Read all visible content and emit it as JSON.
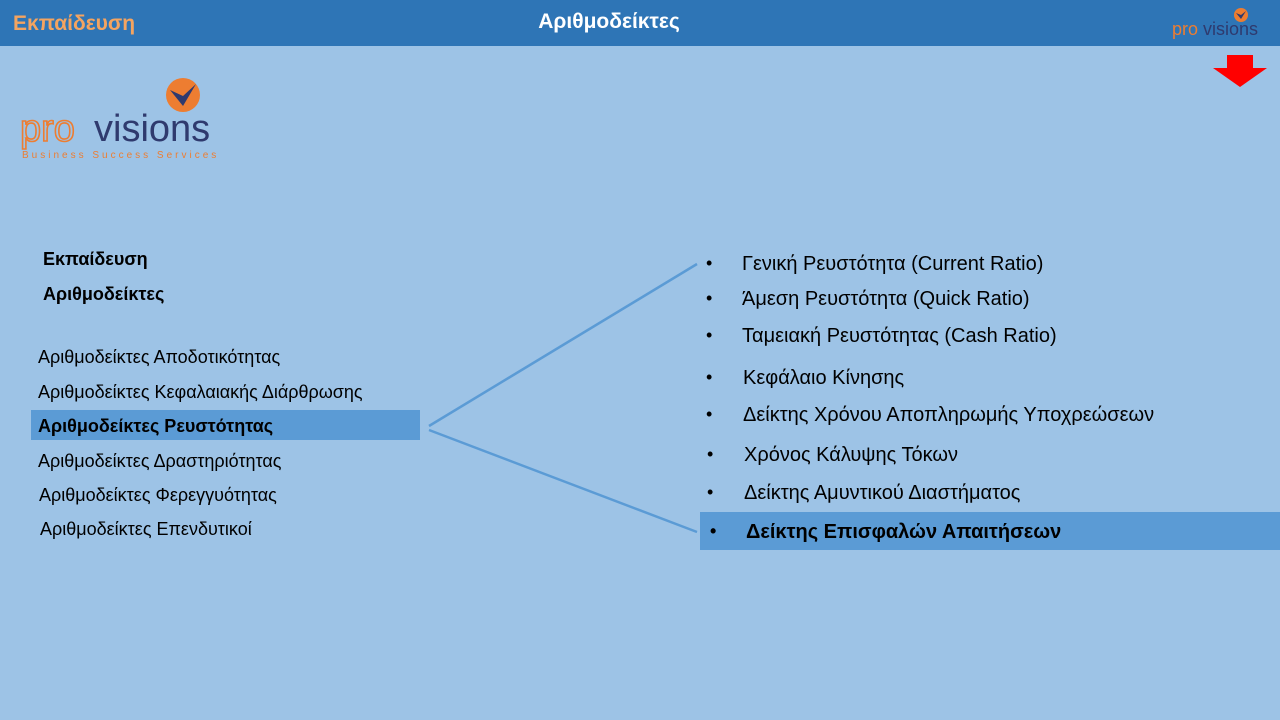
{
  "header": {
    "left_label": "Εκπαίδευση",
    "title": "Αριθμοδείκτες",
    "logo_text_pro": "pro",
    "logo_text_visions": "visions"
  },
  "logo": {
    "text_pro": "pro",
    "text_visions": "visions",
    "tagline": "Business Success Services"
  },
  "left_nav": {
    "heading_1": "Εκπαίδευση",
    "heading_2": "Αριθμοδείκτες",
    "items": [
      {
        "label": "Αριθμοδείκτες Αποδοτικότητας",
        "active": false
      },
      {
        "label": "Αριθμοδείκτες Κεφαλαιακής Διάρθρωσης",
        "active": false
      },
      {
        "label": "Αριθμοδείκτες Ρευστότητας",
        "active": true
      },
      {
        "label": "Αριθμοδείκτες Δραστηριότητας",
        "active": false
      },
      {
        "label": "Αριθμοδείκτες Φερεγγυότητας",
        "active": false
      },
      {
        "label": "Αριθμοδείκτες Επενδυτικοί",
        "active": false
      }
    ]
  },
  "ratios": {
    "bullet": "•",
    "items": [
      {
        "label": "Γενική Ρευστότητα  (Current Ratio)",
        "active": false
      },
      {
        "label": "Άμεση Ρευστότητα  (Quick Ratio)",
        "active": false
      },
      {
        "label": "Ταμειακή Ρευστότητας  (Cash Ratio)",
        "active": false
      },
      {
        "label": "Κεφάλαιο Κίνησης",
        "active": false
      },
      {
        "label": "Δείκτης Χρόνου Αποπληρωμής Υποχρεώσεων",
        "active": false
      },
      {
        "label": "Χρόνος Κάλυψης Τόκων",
        "active": false
      },
      {
        "label": "Δείκτης Αμυντικού Διαστήματος",
        "active": false
      },
      {
        "label": "Δείκτης Επισφαλών Απαιτήσεων",
        "active": true
      }
    ]
  },
  "colors": {
    "background": "#9dc3e6",
    "topbar": "#2e75b6",
    "highlight": "#5b9bd5",
    "brand_orange": "#ed7d31",
    "brand_navy": "#2f3a6e",
    "arrow_red": "#ff0000"
  },
  "icons": {
    "down_arrow": "down-arrow-icon",
    "logo_mark": "provisions-logo-mark"
  }
}
